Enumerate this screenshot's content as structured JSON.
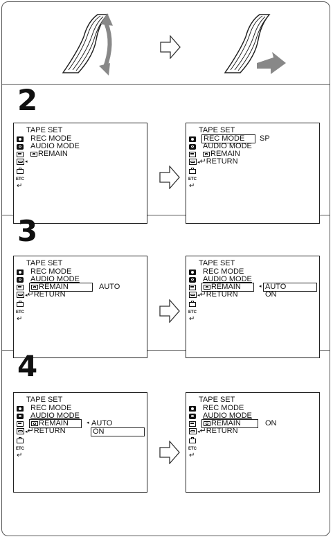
{
  "steps": {
    "two": "2",
    "three": "3",
    "four": "4"
  },
  "menu": {
    "title": "TAPE SET",
    "rec_mode": "REC MODE",
    "audio_mode": "AUDIO MODE",
    "remain": "REMAIN",
    "return": "RETURN",
    "etc": "ETC",
    "return_symbol": "↵"
  },
  "values": {
    "sp": "SP",
    "auto": "AUTO",
    "on": "ON"
  },
  "icons": {
    "pointer": "◂",
    "flow_arrow": "hollow-right-arrow"
  }
}
